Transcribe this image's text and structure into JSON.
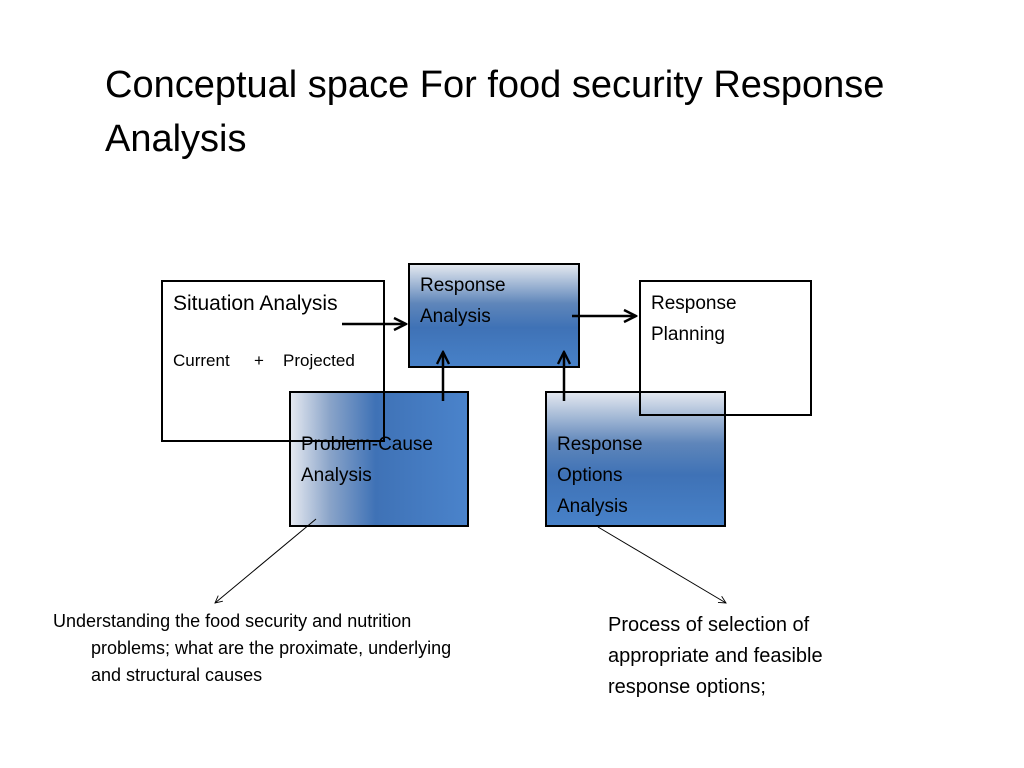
{
  "slide": {
    "title": "Conceptual space For food security Response Analysis"
  },
  "diagram": {
    "situation": {
      "title": "Situation Analysis",
      "current": "Current",
      "plus": "+",
      "projected": "Projected"
    },
    "response_analysis": "Response Analysis",
    "response_planning": "Response Planning",
    "problem_cause": "Problem-Cause Analysis",
    "response_options": "Response Options Analysis",
    "note_left": "Understanding the food security and nutrition problems; what are the proximate, underlying and structural causes",
    "note_right": "Process of selection of appropriate and feasible response options;"
  }
}
